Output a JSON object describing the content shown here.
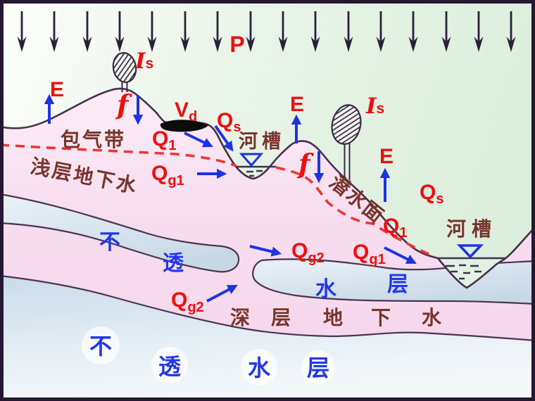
{
  "diagram": {
    "flows": {
      "precipitation": "P",
      "evaporation": "E",
      "interception": {
        "main": "I",
        "sub": "s"
      },
      "infiltration": "f",
      "depression_storage": {
        "main": "V",
        "sub": "d"
      },
      "surface_runoff": {
        "main": "Q",
        "sub": "s"
      },
      "interflow": {
        "main": "Q",
        "sub": "1"
      },
      "shallow_groundwater_runoff": {
        "main": "Q",
        "sub": "g1"
      },
      "deep_groundwater_runoff": {
        "main": "Q",
        "sub": "g2"
      }
    },
    "zones": {
      "vadose_zone": "包气带",
      "shallow_groundwater": "浅层地下水",
      "water_table": "潜水面",
      "river_channel": "河槽",
      "deep_groundwater_chars": [
        "深",
        "层",
        "地",
        "下",
        "水"
      ],
      "impermeable_layer_chars": [
        "不",
        "透",
        "水",
        "层"
      ]
    },
    "counts": {
      "rain_arrows": 16,
      "trees": 2,
      "river_channels": 2
    },
    "colors": {
      "sky_green": "#e7f3e7",
      "soil_pink": "#f7dcee",
      "aquitard_blue": "#d4e2ec",
      "hatch_line": "#4a3352",
      "label_red": "#ee0f0f",
      "label_brown": "#76352b",
      "label_blue": "#2337e8",
      "arrow_blue": "#1e33e2",
      "water_table_dash_red": "#ee3535",
      "rain_arrow_dark": "#2a2138",
      "frame": "#261833"
    }
  }
}
